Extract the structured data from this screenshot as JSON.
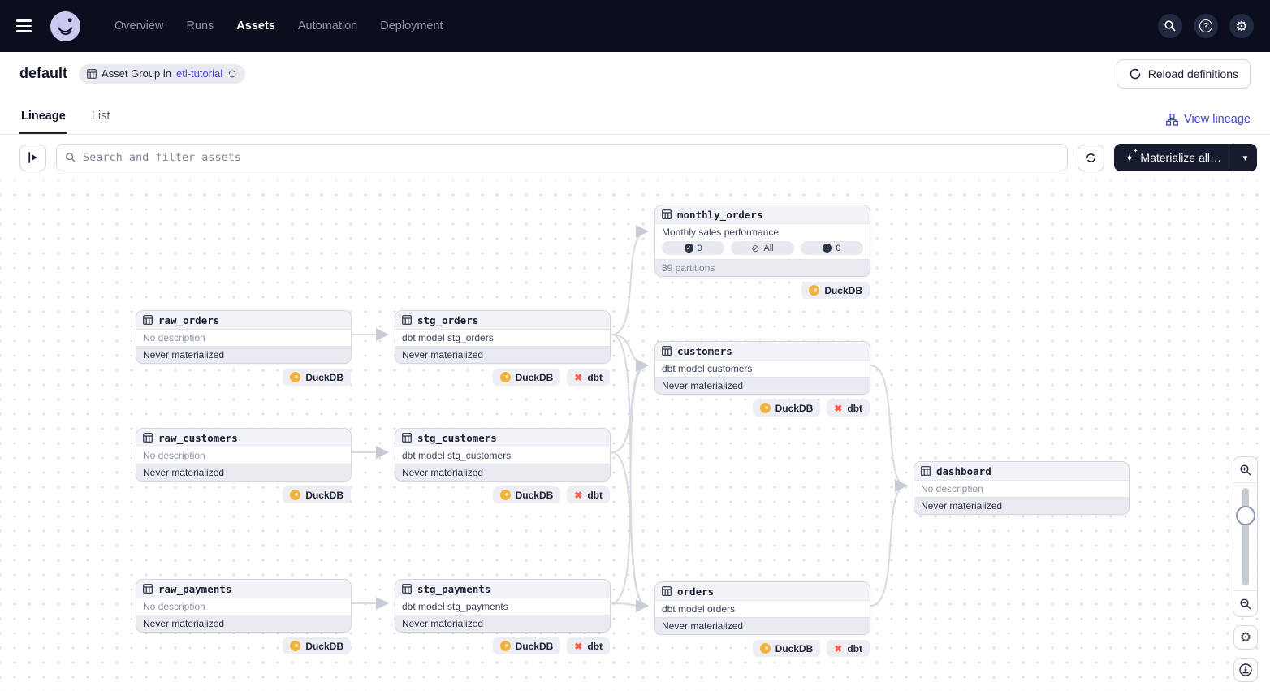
{
  "icons": {
    "dbt_glyph": "✖",
    "help_glyph": "?",
    "gear_glyph": "⚙",
    "caret_glyph": "▾",
    "sparkle_glyph": "✦",
    "sparkle_small_glyph": "✦",
    "check_glyph": "✓",
    "slash_glyph": "⊘",
    "exclaim_glyph": "!"
  },
  "nav": {
    "items": [
      {
        "label": "Overview"
      },
      {
        "label": "Runs"
      },
      {
        "label": "Assets"
      },
      {
        "label": "Automation"
      },
      {
        "label": "Deployment"
      }
    ]
  },
  "header": {
    "title": "default",
    "badge_prefix": "Asset Group in",
    "badge_link": "etl-tutorial",
    "reload_label": "Reload definitions"
  },
  "tabs": {
    "lineage": "Lineage",
    "list": "List",
    "view_lineage": "View lineage"
  },
  "toolbar": {
    "search_placeholder": "Search and filter assets",
    "materialize_label": "Materialize all…"
  },
  "graph": {
    "nodes": [
      {
        "title": "monthly_orders",
        "description": "Monthly sales performance",
        "checks": [
          "0",
          "All",
          "0"
        ],
        "footer": "89 partitions",
        "badges": [
          "DuckDB"
        ]
      },
      {
        "title": "raw_orders",
        "description": "No description",
        "footer": "Never materialized",
        "badges": [
          "DuckDB"
        ]
      },
      {
        "title": "stg_orders",
        "description": "dbt model stg_orders",
        "footer": "Never materialized",
        "badges": [
          "DuckDB",
          "dbt"
        ]
      },
      {
        "title": "customers",
        "description": "dbt model customers",
        "footer": "Never materialized",
        "badges": [
          "DuckDB",
          "dbt"
        ]
      },
      {
        "title": "raw_customers",
        "description": "No description",
        "footer": "Never materialized",
        "badges": [
          "DuckDB"
        ]
      },
      {
        "title": "stg_customers",
        "description": "dbt model stg_customers",
        "footer": "Never materialized",
        "badges": [
          "DuckDB",
          "dbt"
        ]
      },
      {
        "title": "dashboard",
        "description": "No description",
        "footer": "Never materialized",
        "badges": []
      },
      {
        "title": "raw_payments",
        "description": "No description",
        "footer": "Never materialized",
        "badges": [
          "DuckDB"
        ]
      },
      {
        "title": "stg_payments",
        "description": "dbt model stg_payments",
        "footer": "Never materialized",
        "badges": [
          "DuckDB",
          "dbt"
        ]
      },
      {
        "title": "orders",
        "description": "dbt model orders",
        "footer": "Never materialized",
        "badges": [
          "DuckDB",
          "dbt"
        ]
      }
    ]
  },
  "colors": {
    "accent_link": "#4645d2",
    "topnav_bg": "#0b0e1d",
    "duckdb_yellow": "#f2b33d",
    "dbt_orange": "#ff5c47",
    "edge": "#d7dae2"
  }
}
